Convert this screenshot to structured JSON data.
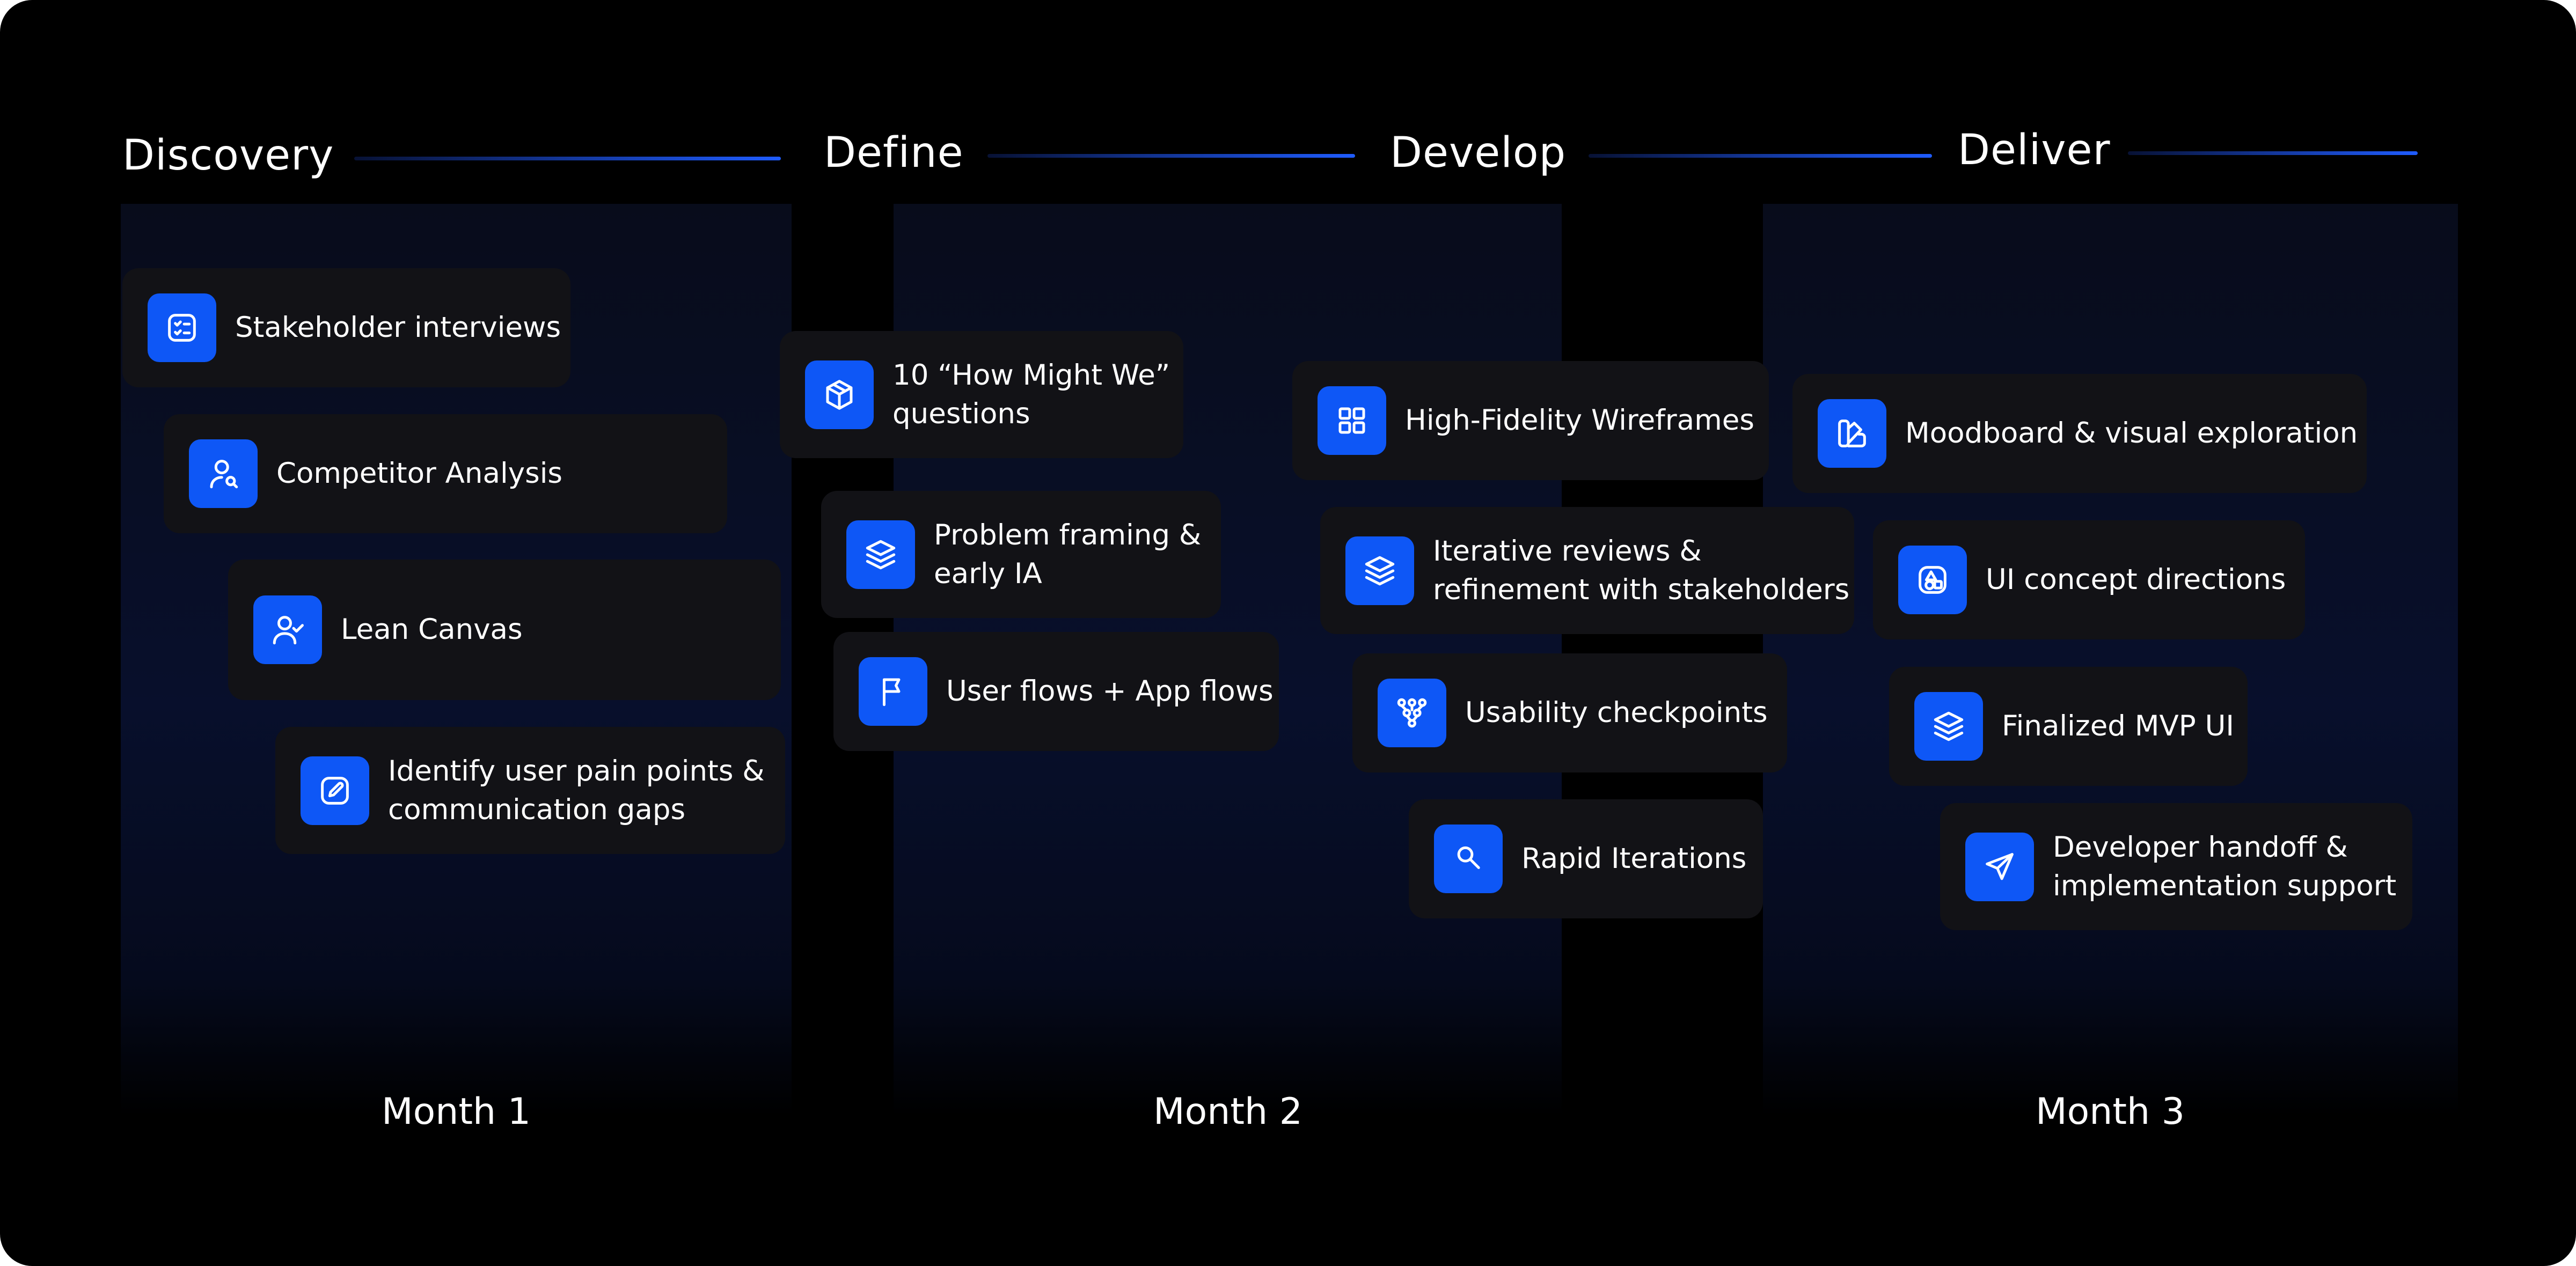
{
  "phases": {
    "discovery": "Discovery",
    "define": "Define",
    "develop": "Develop",
    "deliver": "Deliver"
  },
  "months": [
    "Month 1",
    "Month 2",
    "Month 3"
  ],
  "colors": {
    "accent": "#0e57f6",
    "card": "#121216",
    "background": "#000000",
    "text": "#ffffff"
  },
  "tasks": {
    "discovery": [
      {
        "label": "Stakeholder interviews",
        "icon": "checklist-icon"
      },
      {
        "label": "Competitor Analysis",
        "icon": "user-search-icon"
      },
      {
        "label": "Lean Canvas",
        "icon": "user-check-icon"
      },
      {
        "line1": "Identify user pain points &",
        "line2": "communication gaps",
        "icon": "edit-icon"
      }
    ],
    "define": [
      {
        "line1": "10 “How Might We”",
        "line2": "questions",
        "icon": "cube-icon"
      },
      {
        "line1": "Problem framing &",
        "line2": "early IA",
        "icon": "layers-icon"
      },
      {
        "label": "User flows + App flows",
        "icon": "flag-icon"
      }
    ],
    "develop": [
      {
        "label": "High-Fidelity Wireframes",
        "icon": "grid-icon"
      },
      {
        "line1": "Iterative reviews &",
        "line2": "refinement with stakeholders",
        "icon": "layers-icon"
      },
      {
        "label": "Usability checkpoints",
        "icon": "hierarchy-icon"
      },
      {
        "label": "Rapid Iterations",
        "icon": "search-icon"
      }
    ],
    "deliver": [
      {
        "label": "Moodboard & visual exploration",
        "icon": "palette-icon"
      },
      {
        "label": "UI concept directions",
        "icon": "shapes-icon"
      },
      {
        "label": "Finalized MVP UI",
        "icon": "layers-icon"
      },
      {
        "line1": "Developer handoff &",
        "line2": "implementation support",
        "icon": "send-icon"
      }
    ]
  }
}
